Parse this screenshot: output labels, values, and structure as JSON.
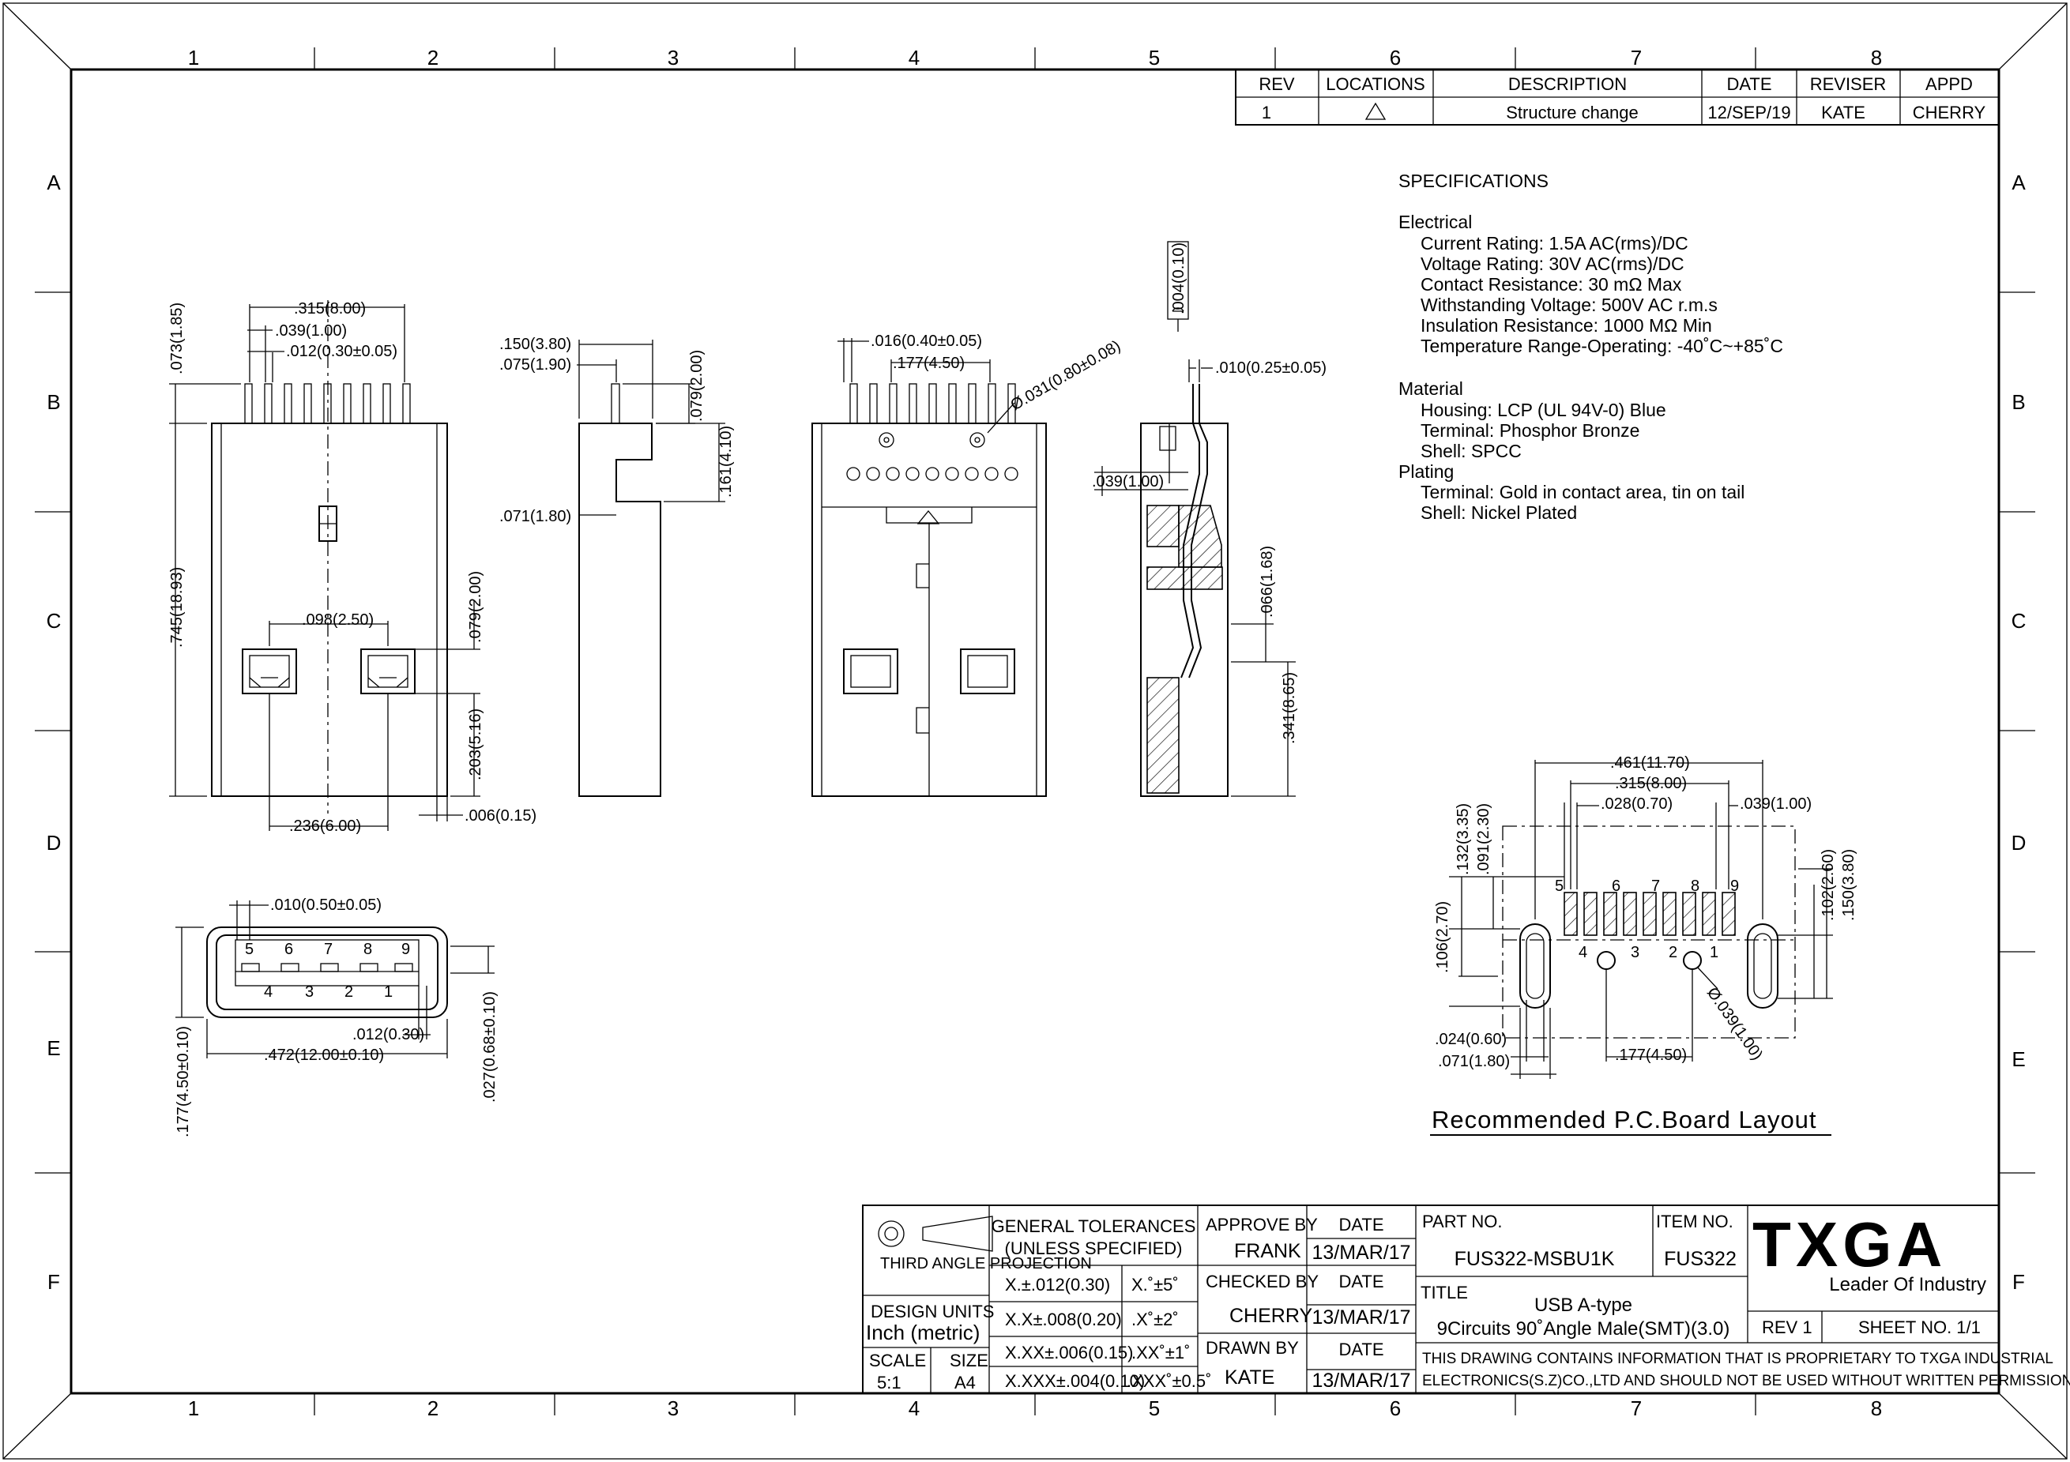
{
  "zones": {
    "columns": [
      "1",
      "2",
      "3",
      "4",
      "5",
      "6",
      "7",
      "8"
    ],
    "rows": [
      "A",
      "B",
      "C",
      "D",
      "E",
      "F"
    ]
  },
  "revision_table": {
    "headers": [
      "REV",
      "LOCATIONS",
      "DESCRIPTION",
      "DATE",
      "REVISER",
      "APPD"
    ],
    "row": {
      "rev": "1",
      "description": "Structure change",
      "date": "12/SEP/19",
      "reviser": "KATE",
      "appd": "CHERRY"
    }
  },
  "specifications": {
    "title": "SPECIFICATIONS",
    "electrical_heading": "Electrical",
    "electrical": [
      "Current Rating:  1.5A  AC(rms)/DC",
      "Voltage Rating:  30V  AC(rms)/DC",
      "Contact Resistance:  30 mΩ Max",
      "Withstanding Voltage:  500V AC r.m.s",
      "Insulation Resistance:  1000 MΩ Min",
      "Temperature Range-Operating:  -40˚C~+85˚C"
    ],
    "material_heading": "Material",
    "material": [
      "Housing:  LCP  (UL 94V-0)    Blue",
      "Terminal:  Phosphor Bronze",
      "Shell:  SPCC"
    ],
    "plating_heading": "Plating",
    "plating": [
      "Terminal:  Gold in contact area, tin on tail",
      "Shell:  Nickel Plated"
    ]
  },
  "dims_top_view": {
    "d1": ".315(8.00)",
    "d2": ".039(1.00)",
    "d3": ".012(0.30±0.05)",
    "d4": ".073(1.85)",
    "d5": ".745(18.93)",
    "d6": ".098(2.50)",
    "d7": ".079(2.00)",
    "d8": ".203(5.16)",
    "d9": ".236(6.00)",
    "d10": ".006(0.15)"
  },
  "dims_side_view": {
    "d1": ".150(3.80)",
    "d2": ".075(1.90)",
    "d3": ".079(2.00)",
    "d4": ".161(4.10)",
    "d5": ".071(1.80)"
  },
  "dims_back_view": {
    "d1": ".016(0.40±0.05)",
    "d2": ".177(4.50)",
    "d3": "Ø.031(0.80±0.08)"
  },
  "dims_section_view": {
    "flatness": ".004(0.10)",
    "d1": ".010(0.25±0.05)",
    "d2": ".039(1.00)",
    "d3": ".066(1.68)",
    "d4": ".341(8.65)"
  },
  "dims_front_view": {
    "d1": ".010(0.50±0.05)",
    "d2": ".012(0.30)",
    "d3": ".472(12.00±0.10)",
    "d4": ".177(4.50±0.10)",
    "d5": ".027(0.68±0.10)",
    "pins_top": [
      "5",
      "6",
      "7",
      "8",
      "9"
    ],
    "pins_bottom": [
      "4",
      "3",
      "2",
      "1"
    ]
  },
  "pcb_layout": {
    "title": "Recommended P.C.Board Layout",
    "d1": ".461(11.70)",
    "d2": ".315(8.00)",
    "d3": ".028(0.70)",
    "d4": ".039(1.00)",
    "d5": ".132(3.35)",
    "d6": ".091(2.30)",
    "d7": ".106(2.70)",
    "d8": ".102(2.60)",
    "d9": ".150(3.80)",
    "d10": ".024(0.60)",
    "d11": ".071(1.80)",
    "d12": ".177(4.50)",
    "d13": "Ø.039(1.00)",
    "pins_top": [
      "5",
      "6",
      "7",
      "8",
      "9"
    ],
    "pins_bottom": [
      "4",
      "3",
      "2",
      "1"
    ]
  },
  "title_block": {
    "projection": "THIRD ANGLE PROJECTION",
    "design_units_label": "DESIGN UNITS",
    "design_units_value": "Inch (metric)",
    "scale_label": "SCALE",
    "scale_value": "5:1",
    "size_label": "SIZE",
    "size_value": "A4",
    "tolerances_title": "GENERAL TOLERANCES",
    "tolerances_sub": "(UNLESS SPECIFIED)",
    "tol_linear": [
      "X.±.012(0.30)",
      "X.X±.008(0.20)",
      "X.XX±.006(0.15)",
      "X.XXX±.004(0.10)"
    ],
    "tol_angle": [
      "X.˚±5˚",
      ".X˚±2˚",
      ".XX˚±1˚",
      ".XXX˚±0.5˚"
    ],
    "approve_label": "APPROVE BY",
    "approve_value": "FRANK",
    "checked_label": "CHECKED BY",
    "checked_value": "CHERRY",
    "drawn_label": "DRAWN BY",
    "drawn_value": "KATE",
    "date_label": "DATE",
    "approve_date": "13/MAR/17",
    "checked_date": "13/MAR/17",
    "drawn_date": "13/MAR/17",
    "part_no_label": "PART NO.",
    "part_no_value": "FUS322-MSBU1K",
    "item_no_label": "ITEM NO.",
    "item_no_value": "FUS322",
    "title_label": "TITLE",
    "title_line1": "USB A-type",
    "title_line2": "9Circuits 90˚Angle Male(SMT)(3.0)",
    "rev": "REV 1",
    "sheet": "SHEET NO. 1/1",
    "company_logo": "TXGA",
    "company_tagline": "Leader Of Industry",
    "proprietary_1": "THIS DRAWING CONTAINS INFORMATION THAT IS PROPRIETARY TO TXGA INDUSTRIAL",
    "proprietary_2": "ELECTRONICS(S.Z)CO.,LTD AND SHOULD NOT BE USED WITHOUT WRITTEN PERMISSION"
  }
}
